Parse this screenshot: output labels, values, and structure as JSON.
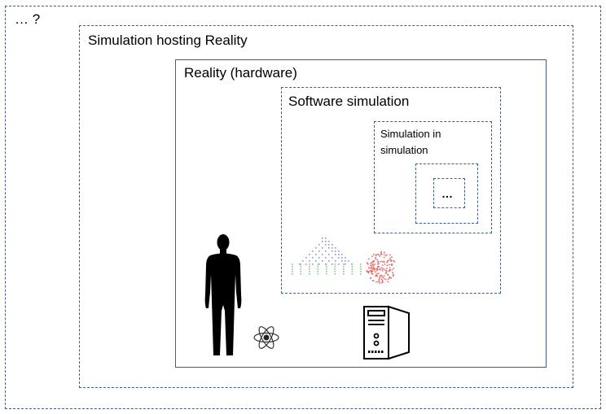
{
  "diagram": {
    "outer": {
      "label": "… ?"
    },
    "hosting": {
      "label": "Simulation hosting Reality"
    },
    "reality": {
      "label": "Reality (hardware)"
    },
    "software": {
      "label": "Software simulation"
    },
    "nested": {
      "label_line1": "Simulation in",
      "label_line2": "simulation"
    },
    "innermost": {
      "label": "…"
    },
    "icons": [
      "human-silhouette-icon",
      "atom-icon",
      "computer-tower-icon",
      "particle-simulation-graphic"
    ],
    "colors": {
      "border": "#3d5f85",
      "particles_blue": "#8f8fe0",
      "particles_green": "#7fcf7f",
      "particles_red": "#e07070"
    }
  }
}
